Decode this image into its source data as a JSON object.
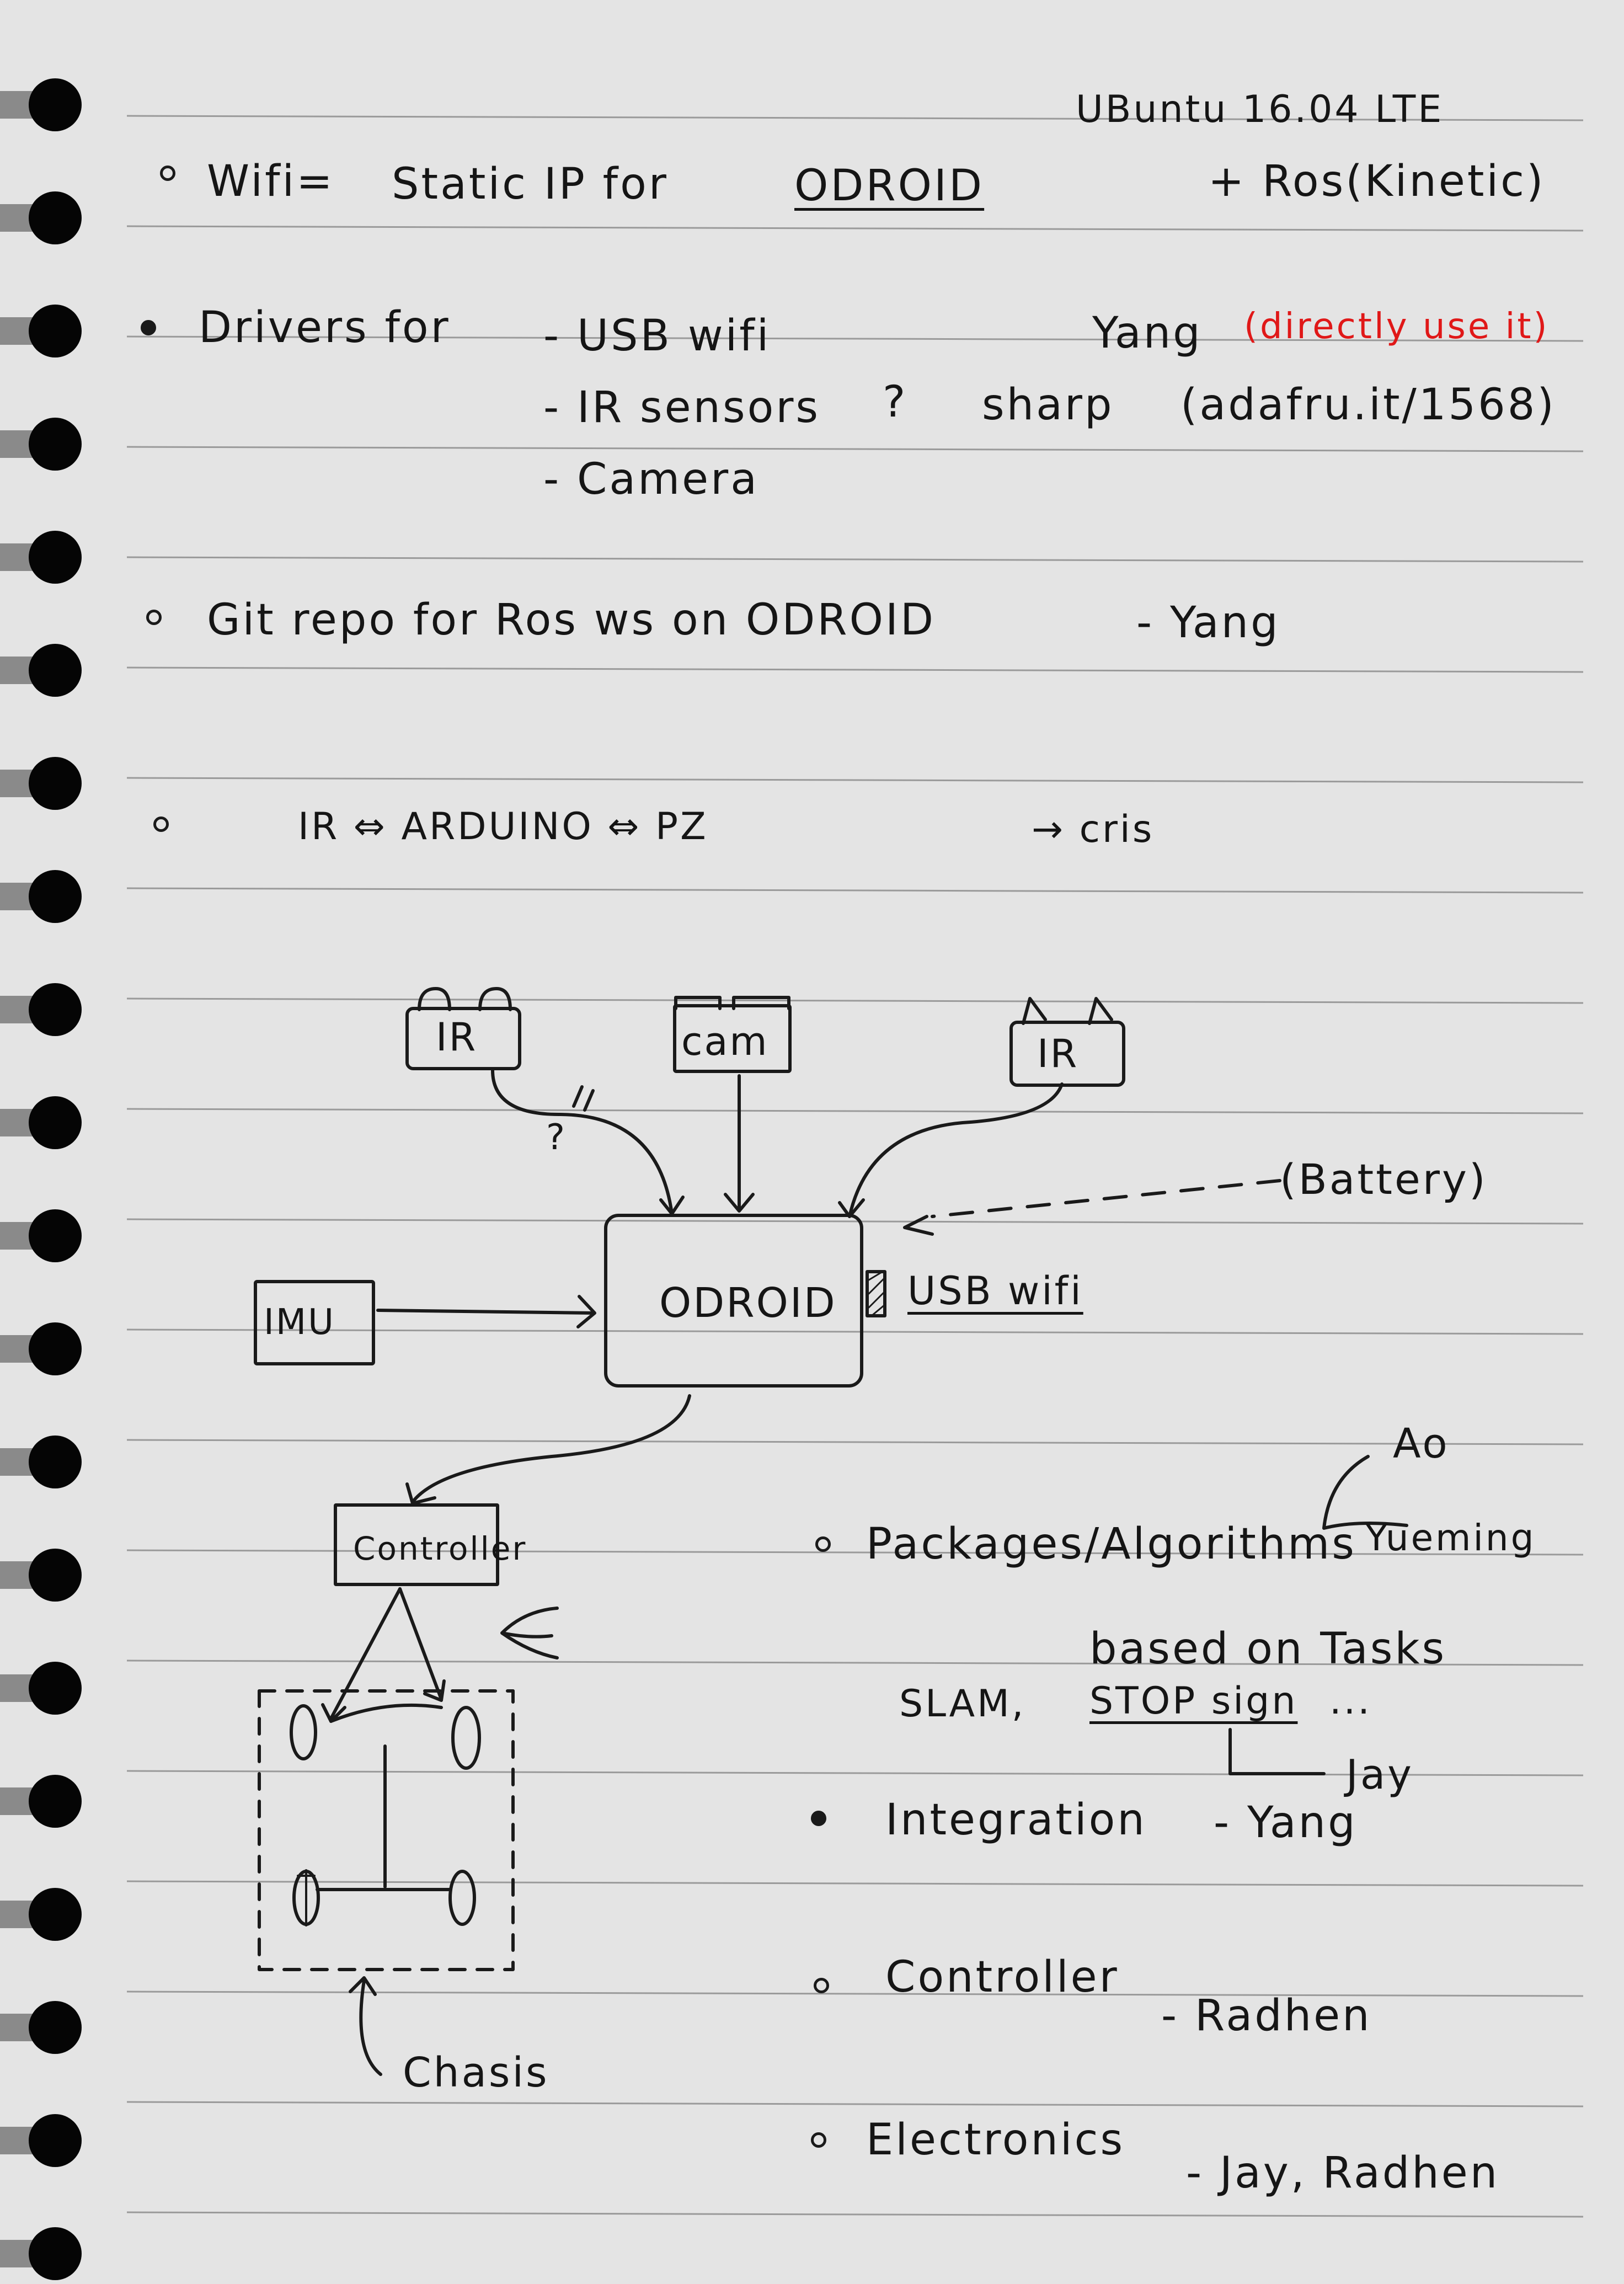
{
  "notes": {
    "wifi": {
      "bullet": "Wifi=",
      "text": "Static IP for",
      "target": "ODROID",
      "os": "UBuntu 16.04 LTE",
      "ros": "+ Ros(Kinetic)"
    },
    "drivers": {
      "label": "Drivers for",
      "usb": "- USB wifi",
      "usb_owner": "Yang",
      "usb_note": "(directly use it)",
      "ir": "- IR sensors",
      "ir_q": "?",
      "ir_sharp": "sharp",
      "ir_link": "(adafru.it/1568)",
      "camera": "- Camera"
    },
    "git": {
      "text": "Git repo for Ros ws on ODROID",
      "owner": "- Yang"
    },
    "ir_chain": {
      "text": "IR ⇔ ARDUINO ⇔ PZ",
      "owner": "→ cris"
    }
  },
  "diagram": {
    "ir_left": "IR",
    "cam": "cam",
    "ir_right": "IR",
    "battery": "(Battery)",
    "odroid": "ODROID",
    "usb_wifi": "USB wifi",
    "imu": "IMU",
    "controller": "Controller",
    "chassis": "Chasis",
    "question": "?"
  },
  "tasks": {
    "ao": "Ao",
    "yueming": "Yueming",
    "packages": "Packages/Algorithms",
    "based_on": "based on Tasks",
    "slam": "SLAM,",
    "stop_sign": "STOP sign",
    "ellipsis": "...",
    "jay": "Jay",
    "integration": "Integration",
    "integration_owner": "- Yang",
    "controller": "Controller",
    "controller_owner": "- Radhen",
    "electronics": "Electronics",
    "electronics_owner": "- Jay, Radhen"
  },
  "colors": {
    "paper": "#e4e4e4",
    "ink": "#151515",
    "red_ink": "#e01818",
    "rule": "#9a9a9a"
  }
}
